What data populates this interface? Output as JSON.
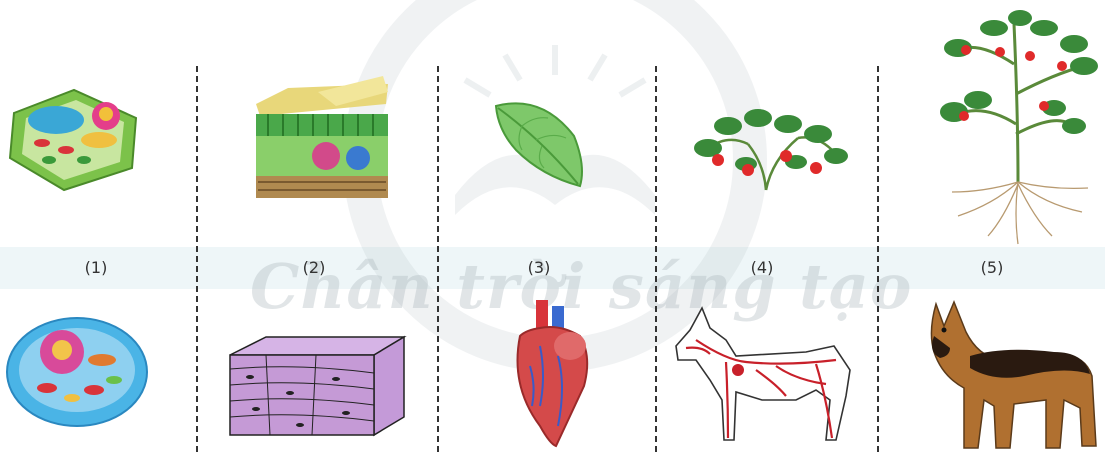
{
  "watermark": {
    "text": "Chân trời sáng tạo"
  },
  "labels": [
    "(1)",
    "(2)",
    "(3)",
    "(4)",
    "(5)"
  ],
  "columns": [
    {
      "top_icon": "plant-cell-icon",
      "bottom_icon": "animal-cell-icon"
    },
    {
      "top_icon": "leaf-tissue-icon",
      "bottom_icon": "muscle-tissue-icon"
    },
    {
      "top_icon": "leaf-organ-icon",
      "bottom_icon": "heart-organ-icon"
    },
    {
      "top_icon": "plant-shoot-system-icon",
      "bottom_icon": "dog-circulatory-system-icon"
    },
    {
      "top_icon": "tomato-plant-organism-icon",
      "bottom_icon": "dog-organism-icon"
    }
  ],
  "colors": {
    "accent_band": "#eef6f8",
    "divider": "#333333"
  }
}
